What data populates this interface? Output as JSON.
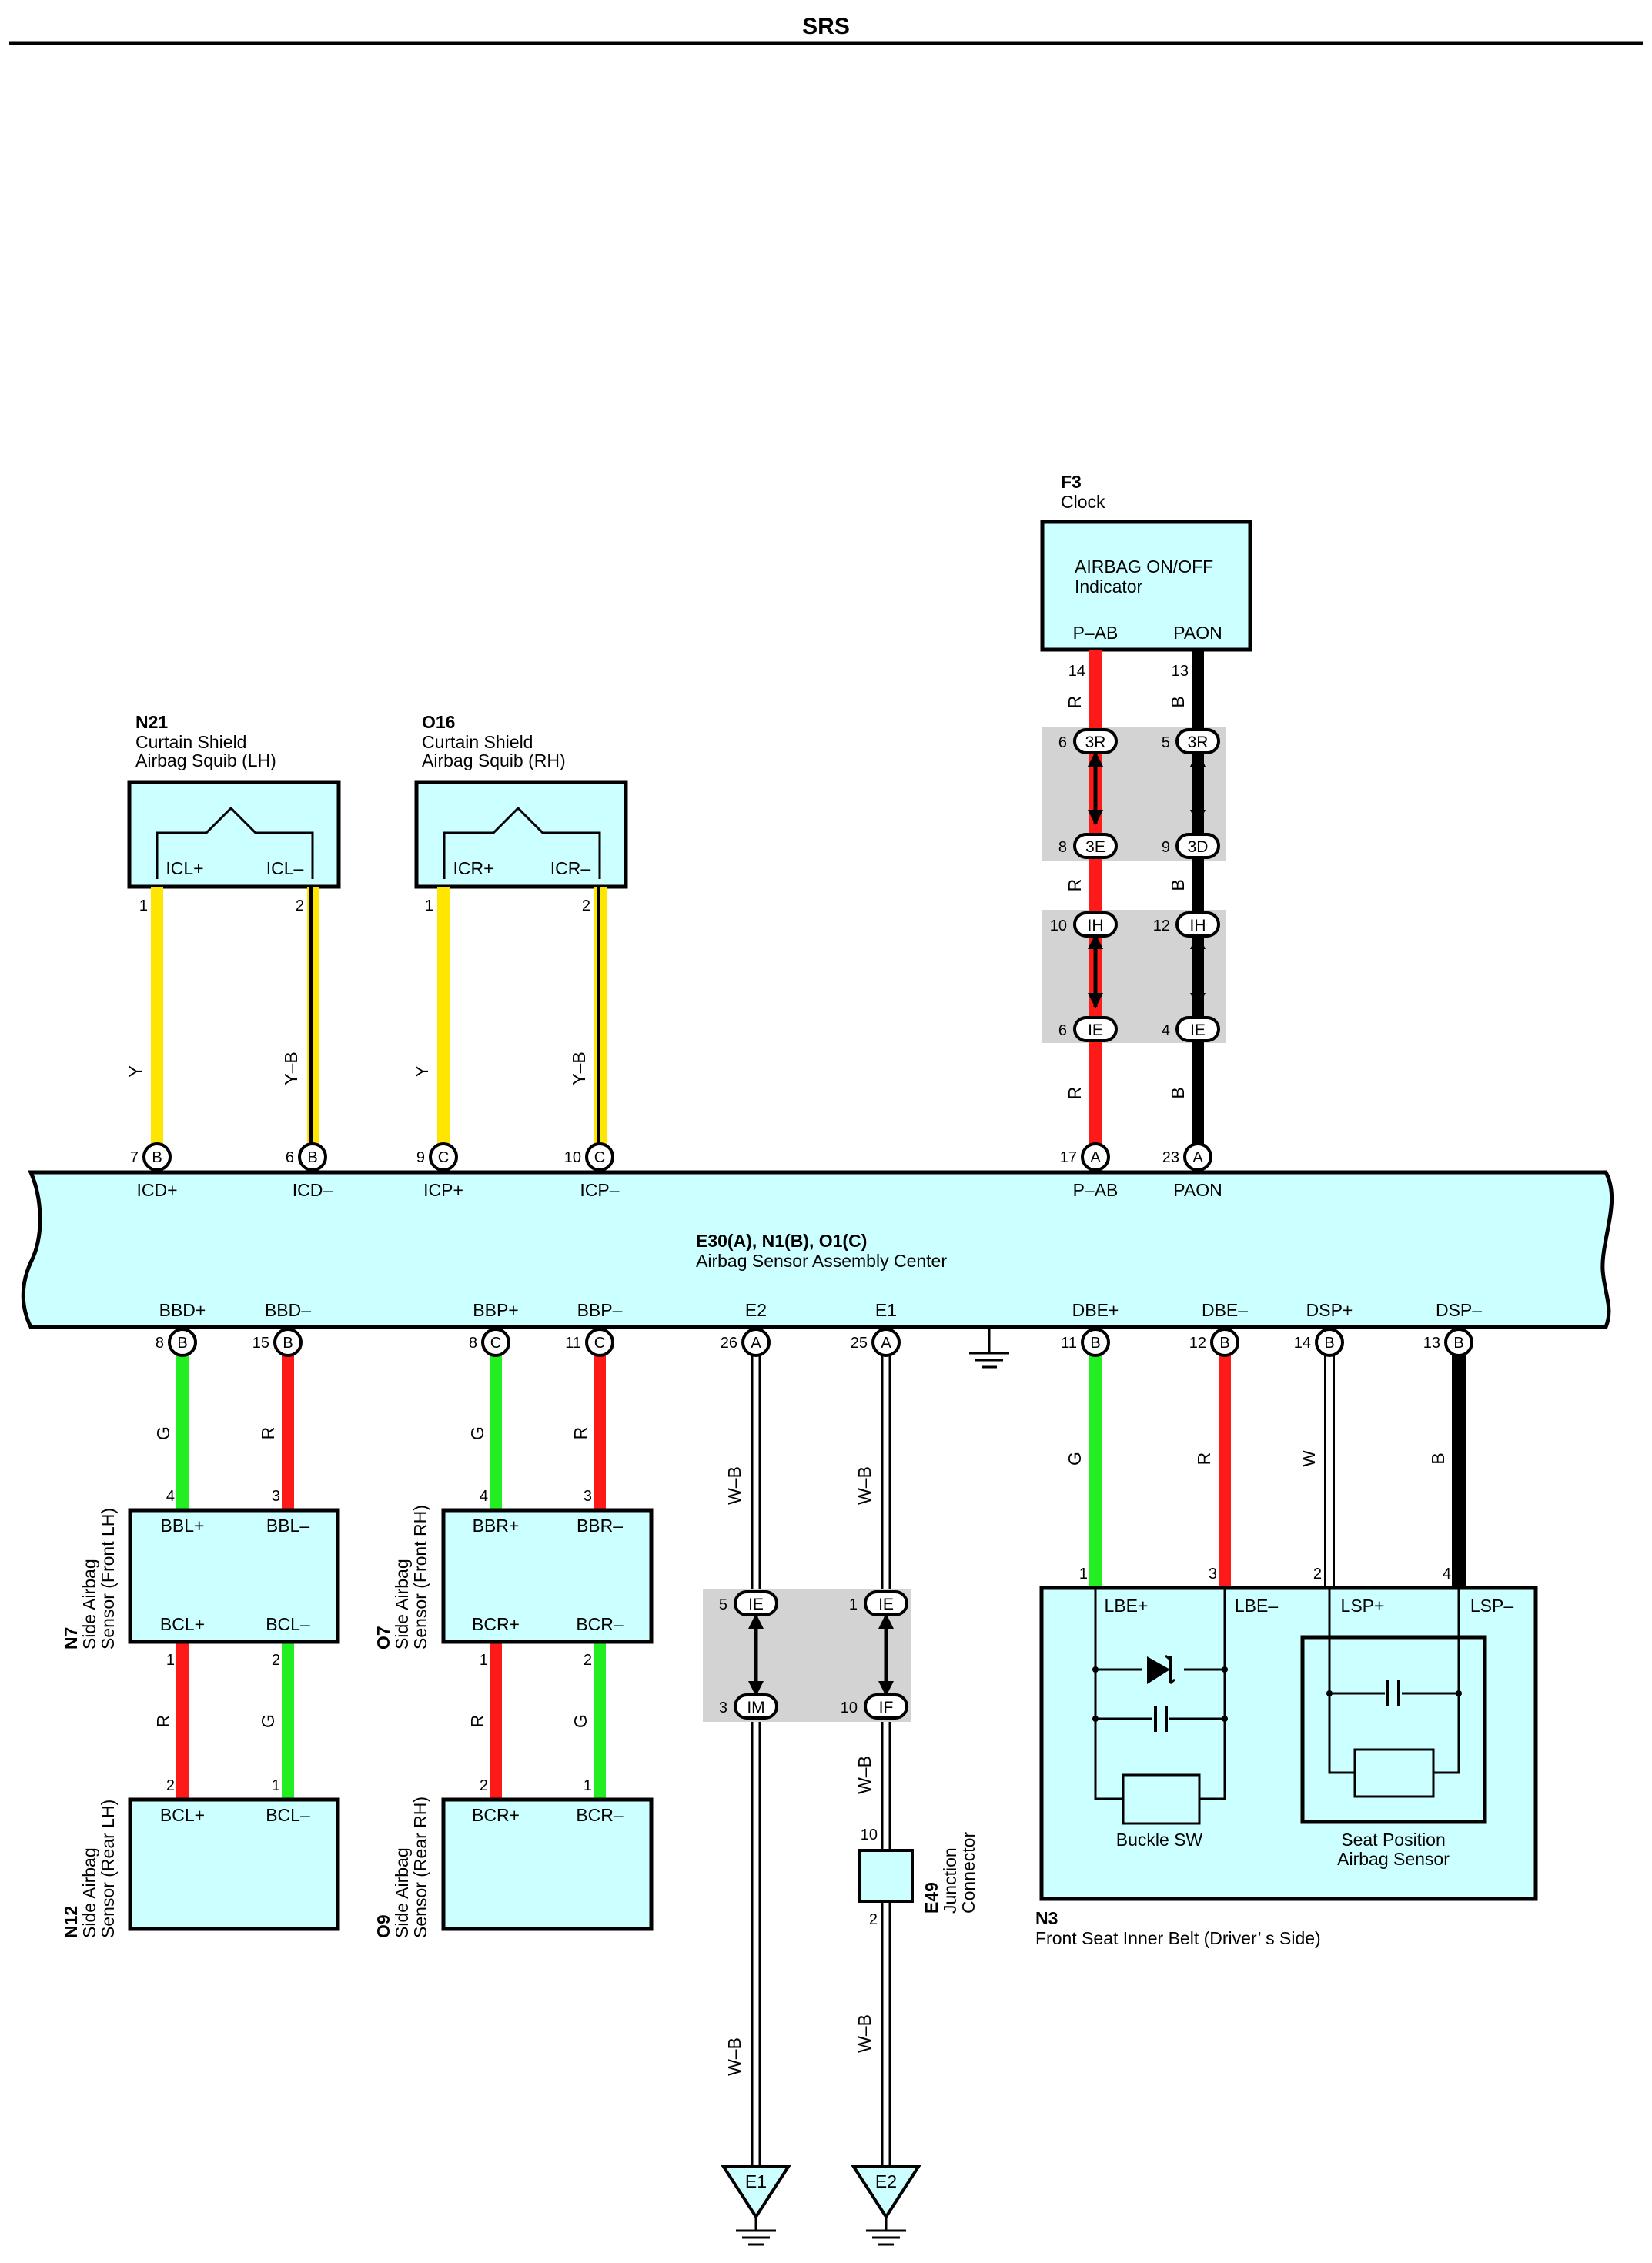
{
  "page": {
    "title": "SRS"
  },
  "colors": {
    "box": "#ccffff",
    "splice": "#d3d3d3",
    "Y": "#ffe600",
    "Y-B": "#ffe600",
    "R": "#ff1a1a",
    "G": "#22ee22",
    "B": "#000000",
    "W": "#ffffff",
    "W-B": "#ffffff"
  },
  "clock": {
    "code": "F3",
    "name": "Clock",
    "line1": "AIRBAG ON/OFF",
    "line2": "Indicator",
    "pin_pab": "P–AB",
    "pin_paon": "PAON",
    "num_pab": "14",
    "num_paon": "13"
  },
  "n21": {
    "code": "N21",
    "line1": "Curtain Shield",
    "line2": "Airbag Squib (LH)",
    "pin_plus": "ICL+",
    "pin_minus": "ICL–",
    "num_plus": "1",
    "num_minus": "2"
  },
  "o16": {
    "code": "O16",
    "line1": "Curtain Shield",
    "line2": "Airbag Squib (RH)",
    "pin_plus": "ICR+",
    "pin_minus": "ICR–",
    "num_plus": "1",
    "num_minus": "2"
  },
  "ecu": {
    "code": "E30(A), N1(B), O1(C)",
    "name": "Airbag Sensor Assembly Center",
    "top_pins": [
      {
        "num": "7",
        "conn": "B",
        "label": "ICD+"
      },
      {
        "num": "6",
        "conn": "B",
        "label": "ICD–"
      },
      {
        "num": "9",
        "conn": "C",
        "label": "ICP+"
      },
      {
        "num": "10",
        "conn": "C",
        "label": "ICP–"
      },
      {
        "num": "17",
        "conn": "A",
        "label": "P–AB"
      },
      {
        "num": "23",
        "conn": "A",
        "label": "PAON"
      }
    ],
    "bottom_pins": [
      {
        "num": "8",
        "conn": "B",
        "label": "BBD+"
      },
      {
        "num": "15",
        "conn": "B",
        "label": "BBD–"
      },
      {
        "num": "8",
        "conn": "C",
        "label": "BBP+"
      },
      {
        "num": "11",
        "conn": "C",
        "label": "BBP–"
      },
      {
        "num": "26",
        "conn": "A",
        "label": "E2"
      },
      {
        "num": "25",
        "conn": "A",
        "label": "E1"
      },
      {
        "num": "11",
        "conn": "B",
        "label": "DBE+"
      },
      {
        "num": "12",
        "conn": "B",
        "label": "DBE–"
      },
      {
        "num": "14",
        "conn": "B",
        "label": "DSP+"
      },
      {
        "num": "13",
        "conn": "B",
        "label": "DSP–"
      }
    ]
  },
  "wires": {
    "y": "Y",
    "yb": "Y–B",
    "r": "R",
    "b": "B",
    "g": "G",
    "w": "W",
    "wb": "W–B"
  },
  "splices_top": [
    {
      "left_num": "6",
      "left_code": "3R",
      "right_num": "5",
      "right_code": "3R"
    },
    {
      "left_num": "8",
      "left_code": "3E",
      "right_num": "9",
      "right_code": "3D"
    },
    {
      "left_num": "10",
      "left_code": "IH",
      "right_num": "12",
      "right_code": "IH"
    },
    {
      "left_num": "6",
      "left_code": "IE",
      "right_num": "4",
      "right_code": "IE"
    }
  ],
  "splices_ground": [
    {
      "left_num": "5",
      "left_code": "IE",
      "right_num": "1",
      "right_code": "IE"
    },
    {
      "left_num": "3",
      "left_code": "IM",
      "right_num": "10",
      "right_code": "IF"
    }
  ],
  "n7": {
    "code": "N7",
    "line1": "Side Airbag",
    "line2": "Sensor (Front LH)",
    "tl": "BBL+",
    "tr": "BBL–",
    "bl": "BCL+",
    "br": "BCL–",
    "top_num_l": "4",
    "top_num_r": "3",
    "bot_num_l": "1",
    "bot_num_r": "2"
  },
  "n12": {
    "code": "N12",
    "line1": "Side Airbag",
    "line2": "Sensor (Rear LH)",
    "tl": "BCL+",
    "tr": "BCL–",
    "num_l": "2",
    "num_r": "1"
  },
  "o7": {
    "code": "O7",
    "line1": "Side Airbag",
    "line2": "Sensor (Front RH)",
    "tl": "BBR+",
    "tr": "BBR–",
    "bl": "BCR+",
    "br": "BCR–",
    "top_num_l": "4",
    "top_num_r": "3",
    "bot_num_l": "1",
    "bot_num_r": "2"
  },
  "o9": {
    "code": "O9",
    "line1": "Side Airbag",
    "line2": "Sensor (Rear RH)",
    "tl": "BCR+",
    "tr": "BCR–",
    "num_l": "2",
    "num_r": "1"
  },
  "e49": {
    "code": "E49",
    "line1": "Junction",
    "line2": "Connector",
    "num_top": "10",
    "num_bot": "2"
  },
  "grounds": {
    "e1": "E1",
    "e2": "E2"
  },
  "n3": {
    "code": "N3",
    "name": "Front Seat Inner Belt (Driver’ s Side)",
    "lbe_plus": "LBE+",
    "lbe_minus": "LBE–",
    "lsp_plus": "LSP+",
    "lsp_minus": "LSP–",
    "num1": "1",
    "num3": "3",
    "num2": "2",
    "num4": "4",
    "buckle": "Buckle SW",
    "seat1": "Seat Position",
    "seat2": "Airbag Sensor"
  }
}
